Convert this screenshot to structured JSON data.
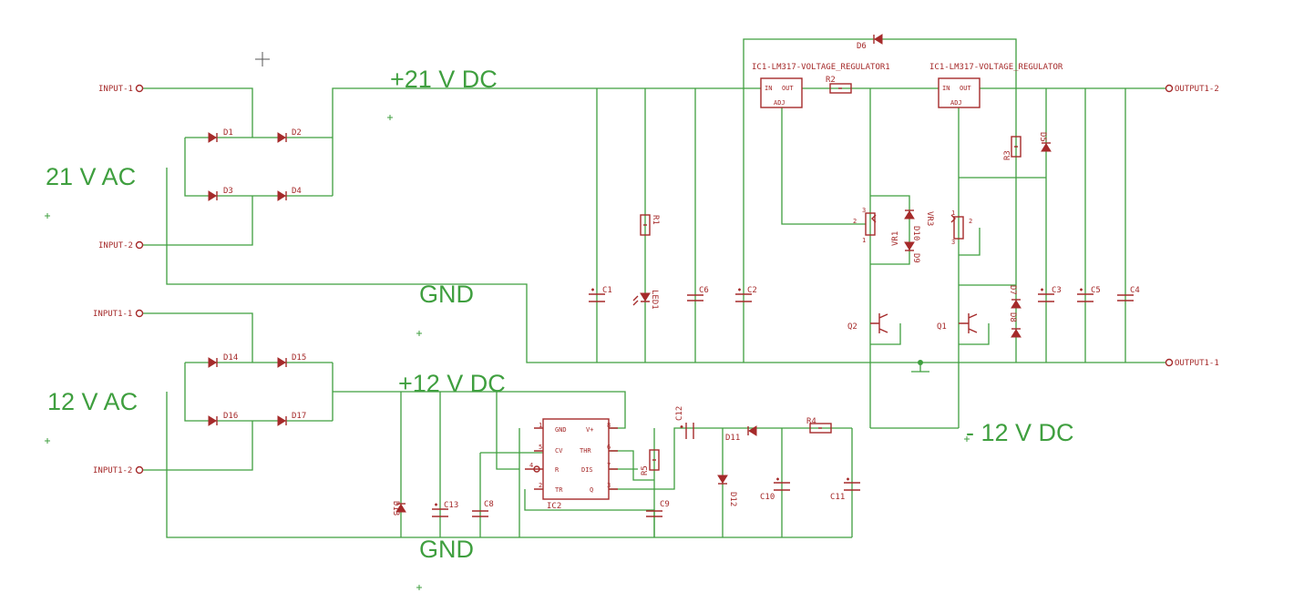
{
  "net_labels": {
    "v21dc": "+21 V DC",
    "ac21": "21 V AC",
    "gnd_top": "GND",
    "ac12": "12 V AC",
    "v12dc": "+12 V DC",
    "gnd_bottom": "GND",
    "vneg12dc": "- 12 V DC"
  },
  "ports": {
    "input1": "INPUT-1",
    "input2": "INPUT-2",
    "input1_1": "INPUT1-1",
    "input1_2": "INPUT1-2",
    "output1_2": "OUTPUT1-2",
    "output1_1": "OUTPUT1-1"
  },
  "regulators": {
    "ic1": {
      "name": "IC1-LM317-VOLTAGE_REGULATOR1",
      "in": "IN",
      "out": "OUT",
      "adj": "ADJ"
    },
    "ic2": {
      "name": "IC1-LM317-VOLTAGE_REGULATOR",
      "in": "IN",
      "out": "OUT",
      "adj": "ADJ"
    }
  },
  "timer": {
    "name": "IC2",
    "pins": {
      "gnd": "GND",
      "vplus": "V+",
      "cv": "CV",
      "thr": "THR",
      "r": "R",
      "dis": "DIS",
      "tr": "TR",
      "q": "Q"
    },
    "pin_numbers": {
      "p1": "1",
      "p8": "8",
      "p5": "5",
      "p6": "6",
      "p4": "4",
      "p7": "7",
      "p2": "2",
      "p3": "3"
    }
  },
  "parts": {
    "D1": "D1",
    "D2": "D2",
    "D3": "D3",
    "D4": "D4",
    "D5": "D5",
    "D6": "D6",
    "D7": "D7",
    "D8": "D8",
    "D9": "D9",
    "D10": "D10",
    "D11": "D11",
    "D12": "D12",
    "D13": "D13",
    "D14": "D14",
    "D15": "D15",
    "D16": "D16",
    "D17": "D17",
    "R1": "R1",
    "R2": "R2",
    "R3": "R3",
    "R4": "R4",
    "R5": "R5",
    "C1": "C1",
    "C2": "C2",
    "C3": "C3",
    "C4": "C4",
    "C5": "C5",
    "C6": "C6",
    "C8": "C8",
    "C9": "C9",
    "C10": "C10",
    "C11": "C11",
    "C12": "C12",
    "C13": "C13",
    "LED1": "LED1",
    "VR1": "VR1",
    "VR3": "VR3",
    "Q1": "Q1",
    "Q2": "Q2"
  },
  "pot_pins": {
    "vr1_1": "1",
    "vr1_2": "2",
    "vr1_3": "3",
    "vr3_1": "1",
    "vr3_2": "2",
    "vr3_3": "3"
  },
  "colors": {
    "wire": "#3f9f3f",
    "component": "#a52a2a",
    "background": "#ffffff"
  }
}
